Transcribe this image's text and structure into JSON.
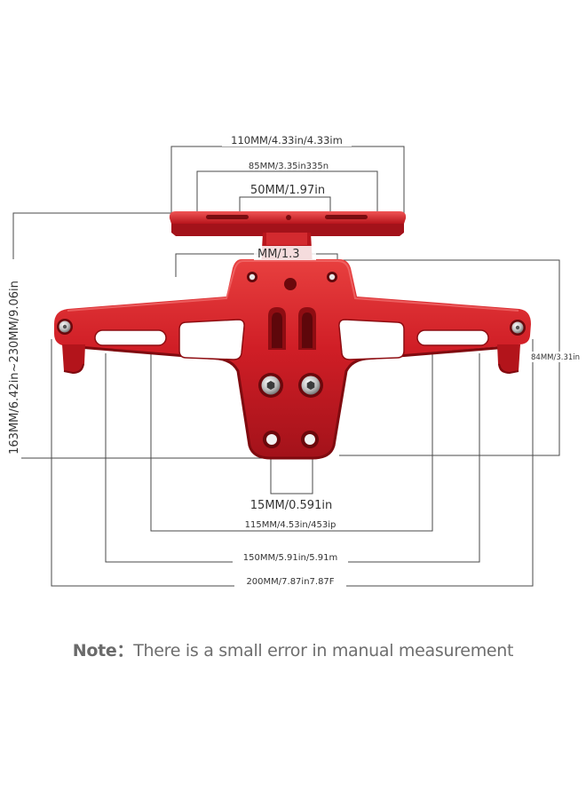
{
  "dimensions": {
    "top_width": "110MM/4.33in/4.33im",
    "top_hole_spacing": "85MM/3.35in335n",
    "top_slot_spacing": "50MM/1.97in",
    "upper_hole_spacing": "MM/1.3",
    "overall_height": "163MM/6.42in~230MM/9.06in",
    "side_height": "84MM/3.31in",
    "bottom_hole_spacing": "15MM/0.591in",
    "inner_slot_width": "115MM/4.53in/453ip",
    "outer_slot_width": "150MM/5.91in/5.91m",
    "total_width": "200MM/7.87in7.87F"
  },
  "note": {
    "label": "Note：",
    "text": "There is a small error in manual measurement"
  },
  "colors": {
    "bracket": "#d01e26",
    "bracket_dark": "#8e0d12",
    "bracket_highlight": "#ef5a5a",
    "dimension_line": "#4a4a4a"
  }
}
